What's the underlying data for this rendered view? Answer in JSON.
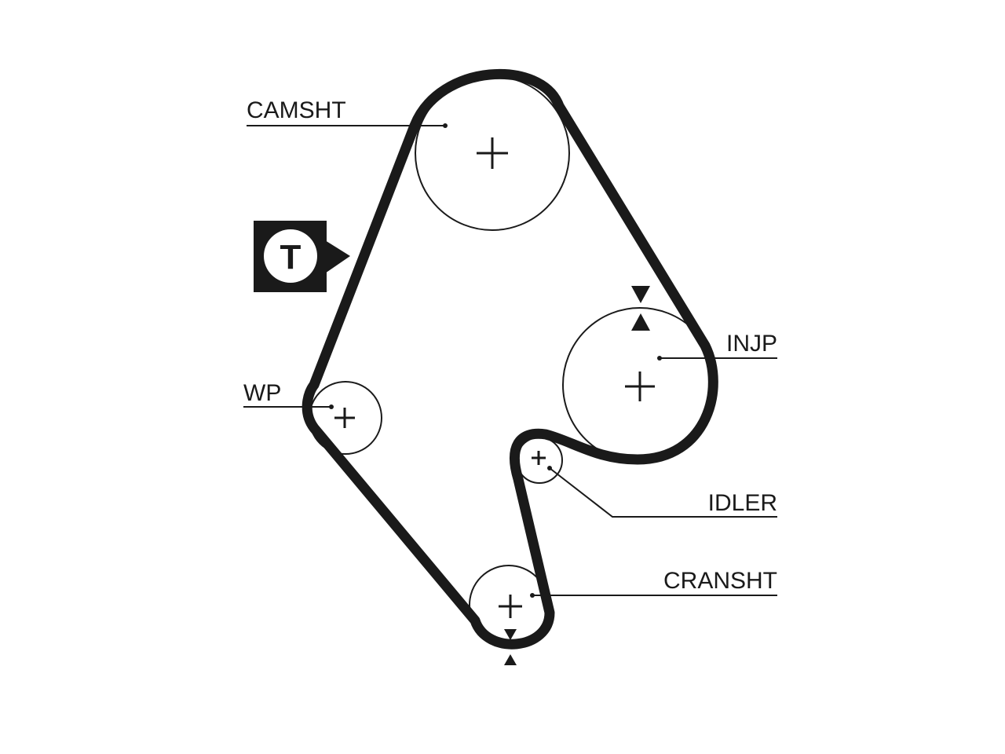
{
  "colors": {
    "ink": "#1a1a1a",
    "background": "#ffffff"
  },
  "labels": {
    "camshaft": "CAMSHT",
    "injection_pump": "INJP",
    "water_pump": "WP",
    "idler": "IDLER",
    "crankshaft": "CRANSHT"
  },
  "tensioner": {
    "letter": "T",
    "icon": "tensioner-badge-icon"
  }
}
